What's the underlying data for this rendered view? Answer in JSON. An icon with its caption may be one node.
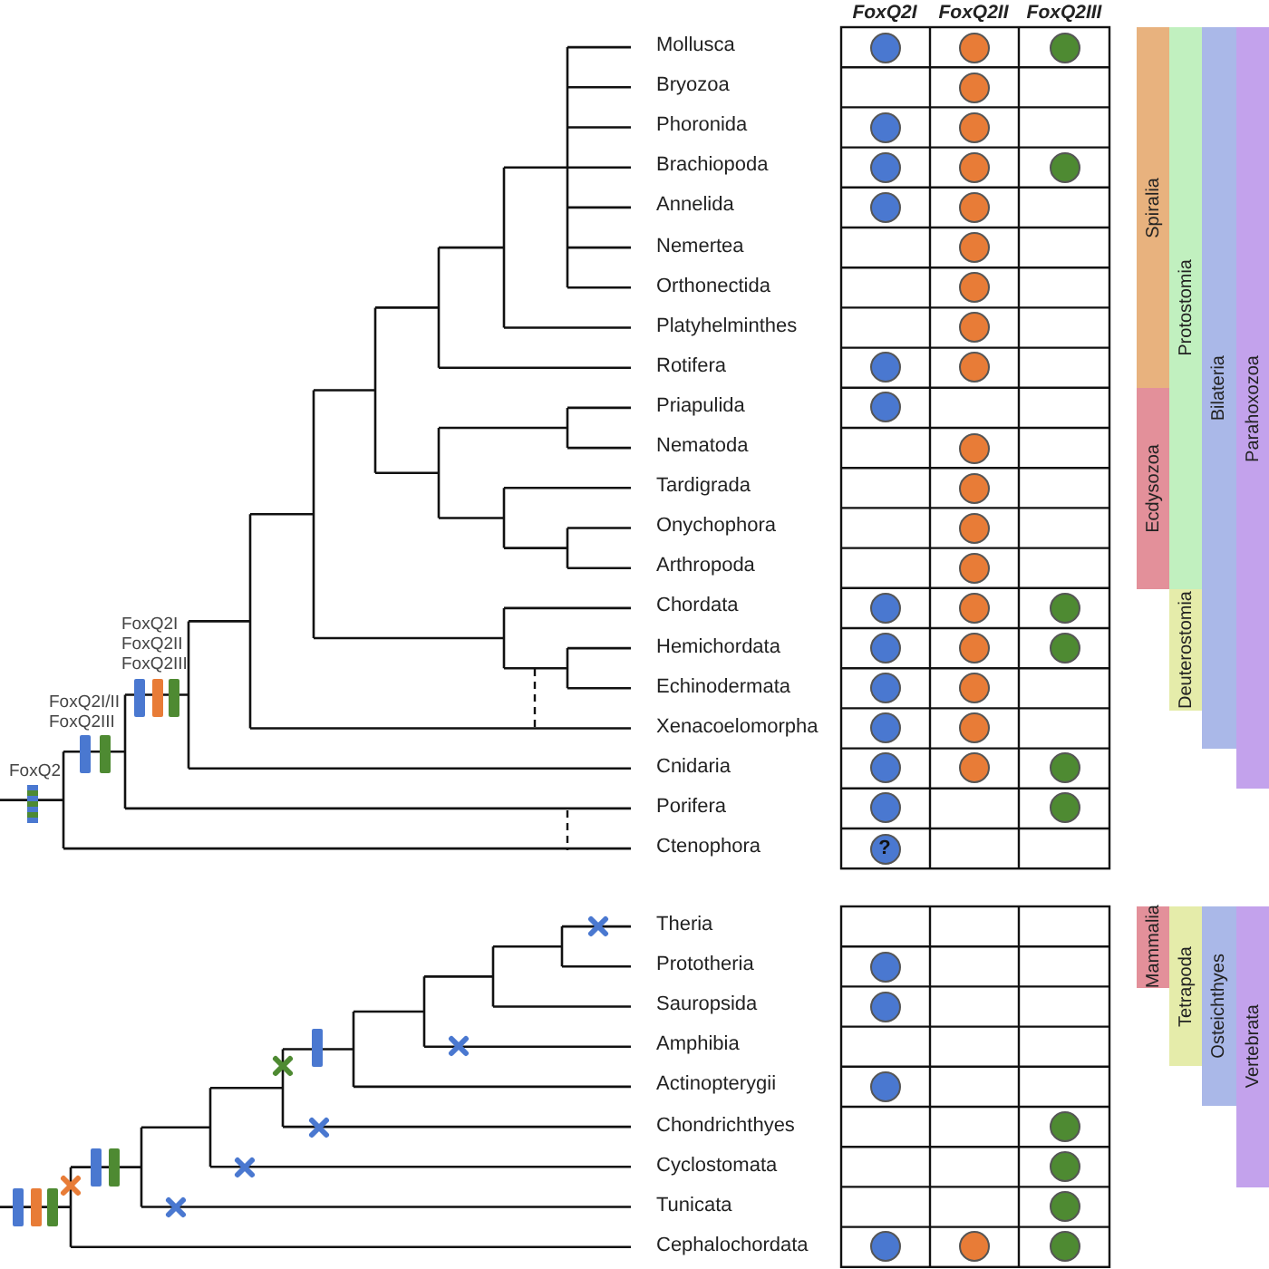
{
  "diagram": {
    "nodes": [
      {
        "text": [],
        "shape": "circle"
      },
      {
        "text": [],
        "shape": "circle"
      },
      {
        "text": [],
        "shape": "circle"
      },
      {
        "text": [],
        "shape": "circle"
      },
      {
        "text": [],
        "shape": "circle"
      },
      {
        "text": [],
        "shape": "circle"
      },
      {
        "text": [],
        "shape": "circle"
      },
      {
        "text": [],
        "shape": "circle"
      },
      {
        "text": [],
        "shape": "circle"
      },
      {
        "text": [],
        "shape": "circle"
      },
      {
        "text": [],
        "shape": "circle"
      },
      {
        "text": [],
        "shape": "circle"
      },
      {
        "text": [],
        "shape": "circle"
      },
      {
        "text": [],
        "shape": "circle"
      },
      {
        "text": [],
        "shape": "circle"
      },
      {
        "text": [],
        "shape": "circle"
      },
      {
        "text": [],
        "shape": "circle"
      },
      {
        "text": [],
        "shape": "circle"
      },
      {
        "text": [],
        "shape": "circle"
      },
      {
        "text": [],
        "shape": "circle"
      },
      {
        "text": [],
        "shape": "circle"
      },
      {
        "text": [],
        "shape": "circle"
      },
      {
        "text": [],
        "shape": "circle"
      },
      {
        "text": [],
        "shape": "circle"
      },
      {
        "text": [],
        "shape": "circle"
      },
      {
        "text": [],
        "shape": "circle"
      },
      {
        "text": [],
        "shape": "circle"
      },
      {
        "text": [],
        "shape": "circle"
      },
      {
        "text": [],
        "shape": "circle"
      },
      {
        "text": [],
        "shape": "circle"
      },
      {
        "text": [],
        "shape": "circle"
      },
      {
        "text": [],
        "shape": "circle"
      },
      {
        "text": [],
        "shape": "circle"
      },
      {
        "text": [],
        "shape": "circle"
      },
      {
        "text": [],
        "shape": "circle"
      },
      {
        "text": [],
        "shape": "circle"
      },
      {
        "text": [
          "?"
        ]
      },
      {
        "text": [
          "Spiralia"
        ]
      },
      {
        "text": [
          "Protostomia"
        ]
      },
      {
        "text": [
          "Bilateria"
        ]
      },
      {
        "text": [
          "Parahoxozoa"
        ]
      },
      {
        "text": [
          "Ecdysozoa"
        ]
      },
      {
        "text": [
          "Deuterostomia"
        ]
      },
      {
        "text": [],
        "shape": "circle"
      },
      {
        "text": [],
        "shape": "circle"
      },
      {
        "text": [],
        "shape": "circle"
      },
      {
        "text": [],
        "shape": "circle"
      },
      {
        "text": [],
        "shape": "circle"
      },
      {
        "text": [],
        "shape": "circle"
      },
      {
        "text": [],
        "shape": "circle"
      },
      {
        "text": [],
        "shape": "circle"
      },
      {
        "text": [],
        "shape": "circle"
      },
      {
        "text": [
          "Mammalia"
        ]
      },
      {
        "text": [
          "Tetrapoda"
        ]
      },
      {
        "text": [
          "Osteichthyes"
        ]
      },
      {
        "text": [
          "Vertebrata"
        ]
      }
    ],
    "labels": [
      "FoxQ2I",
      "FoxQ2II",
      "FoxQ2III",
      "Mollusca",
      "Bryozoa",
      "Phoronida",
      "Brachiopoda",
      "Annelida",
      "Nemertea",
      "Orthonectida",
      "Platyhelminthes",
      "Rotifera",
      "Priapulida",
      "Nematoda",
      "Tardigrada",
      "Onychophora",
      "Arthropoda",
      "Chordata",
      "Hemichordata",
      "Echinodermata",
      "Xenacoelomorpha",
      "Cnidaria",
      "Porifera",
      "Ctenophora",
      "FoxQ2I",
      "FoxQ2II",
      "FoxQ2III",
      "FoxQ2I/II",
      "FoxQ2III",
      "FoxQ2",
      "Theria",
      "Prototheria",
      "Sauropsida",
      "Amphibia",
      "Actinopterygii",
      "Chondrichthyes",
      "Cyclostomata",
      "Tunicata",
      "Cephalochordata"
    ]
  }
}
